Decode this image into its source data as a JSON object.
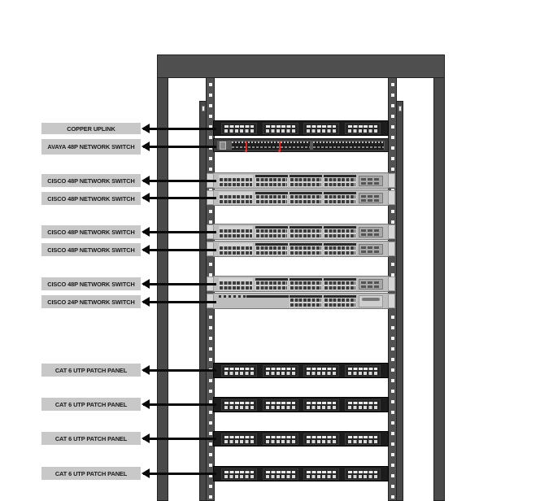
{
  "diagram": {
    "title": "",
    "type": "network-rack-elevation",
    "colors": {
      "rack_frame": "#4a4a4a",
      "label_fill": "#c8c8c8",
      "label_text": "#1a1a1a",
      "arrow": "#0a0a0a",
      "patch_panel": "#1c1c1c",
      "switch_body": "#bdbdbd",
      "port_marker": "#d22222"
    },
    "labels": [
      {
        "id": "copper-uplink",
        "text": "COPPER UPLINK",
        "device": "patch-panel"
      },
      {
        "id": "avaya-48p",
        "text": "AVAYA 48P NETWORK SWITCH",
        "device": "avaya-switch"
      },
      {
        "id": "cisco-48p-1",
        "text": "CISCO 48P NETWORK SWITCH",
        "device": "cisco-switch-48"
      },
      {
        "id": "cisco-48p-2",
        "text": "CISCO 48P NETWORK SWITCH",
        "device": "cisco-switch-48"
      },
      {
        "id": "cisco-48p-3",
        "text": "CISCO 48P NETWORK SWITCH",
        "device": "cisco-switch-48"
      },
      {
        "id": "cisco-48p-4",
        "text": "CISCO 48P NETWORK SWITCH",
        "device": "cisco-switch-48"
      },
      {
        "id": "cisco-48p-5",
        "text": "CISCO 48P NETWORK SWITCH",
        "device": "cisco-switch-48"
      },
      {
        "id": "cisco-24p-1",
        "text": "CISCO 24P NETWORK SWITCH",
        "device": "cisco-switch-24"
      },
      {
        "id": "cat6-pp-1",
        "text": "CAT 6 UTP PATCH PANEL",
        "device": "patch-panel"
      },
      {
        "id": "cat6-pp-2",
        "text": "CAT 6 UTP PATCH PANEL",
        "device": "patch-panel"
      },
      {
        "id": "cat6-pp-3",
        "text": "CAT 6 UTP PATCH PANEL",
        "device": "patch-panel"
      },
      {
        "id": "cat6-pp-4",
        "text": "CAT 6 UTP PATCH PANEL",
        "device": "patch-panel"
      }
    ]
  }
}
